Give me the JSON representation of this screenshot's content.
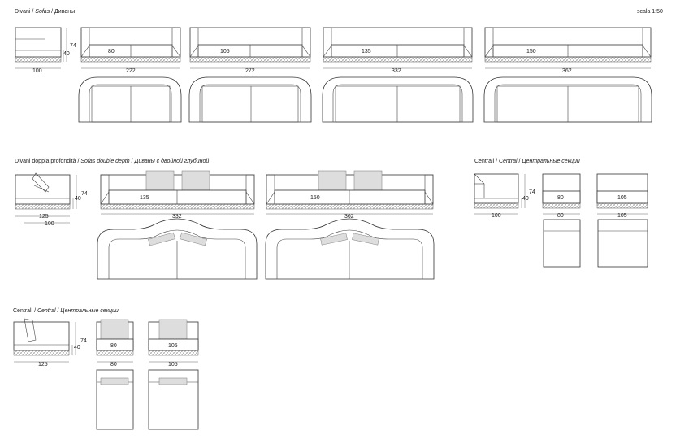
{
  "scale": "scala 1:50",
  "sections": {
    "sofas": {
      "it": "Divani",
      "sep1": " / ",
      "en": "Sofas",
      "sep2": " / ",
      "ru": "Диваны"
    },
    "double": {
      "it": "Divani doppia profondità",
      "sep1": " / ",
      "en": "Sofas double depth",
      "sep2": " / ",
      "ru": "Диваны с двойной глубиной"
    },
    "central1": {
      "it": "Centrali",
      "sep1": " / ",
      "en": "Central",
      "sep2": " / ",
      "ru": "Центральные секции"
    },
    "central2": {
      "it": "Centrali",
      "sep1": " / ",
      "en": "Central",
      "sep2": " / ",
      "ru": "Центральные секции"
    }
  },
  "dims": {
    "side_height": "74",
    "side_seat": "40",
    "depth_100": "100",
    "depth_125": "125",
    "sofa_widths": [
      "222",
      "272",
      "332",
      "362"
    ],
    "sofa_seats": [
      "80",
      "105",
      "135",
      "150"
    ],
    "double_widths": [
      "332",
      "362"
    ],
    "double_seats": [
      "135",
      "150"
    ],
    "central_seats": [
      "80",
      "105"
    ],
    "central_widths": [
      "80",
      "105"
    ]
  }
}
